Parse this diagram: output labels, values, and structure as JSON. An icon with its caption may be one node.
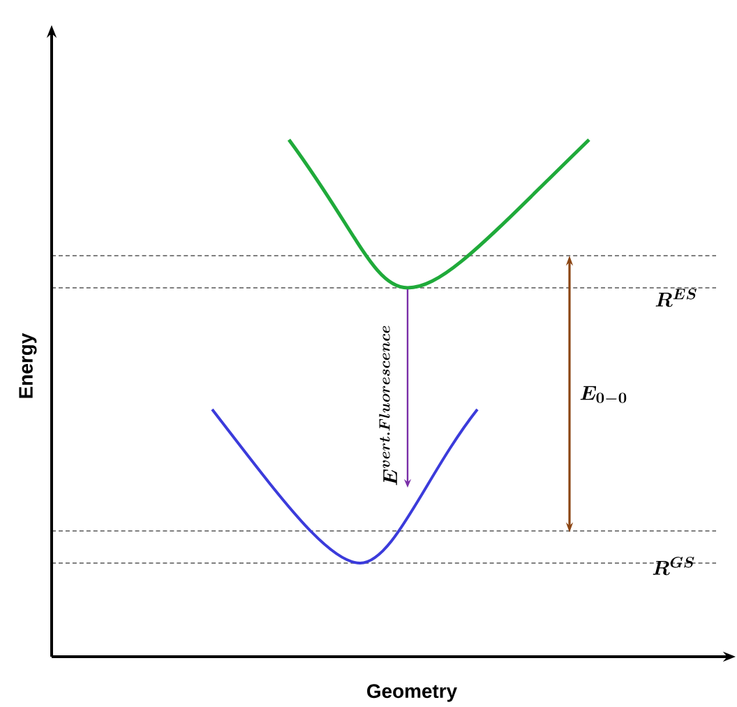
{
  "diagram": {
    "labels": [
      "Energy",
      "Geometry",
      "E^{vert.Fluorescence}",
      "E_{0-0}",
      "R^{ES}",
      "R^{GS}"
    ]
  }
}
